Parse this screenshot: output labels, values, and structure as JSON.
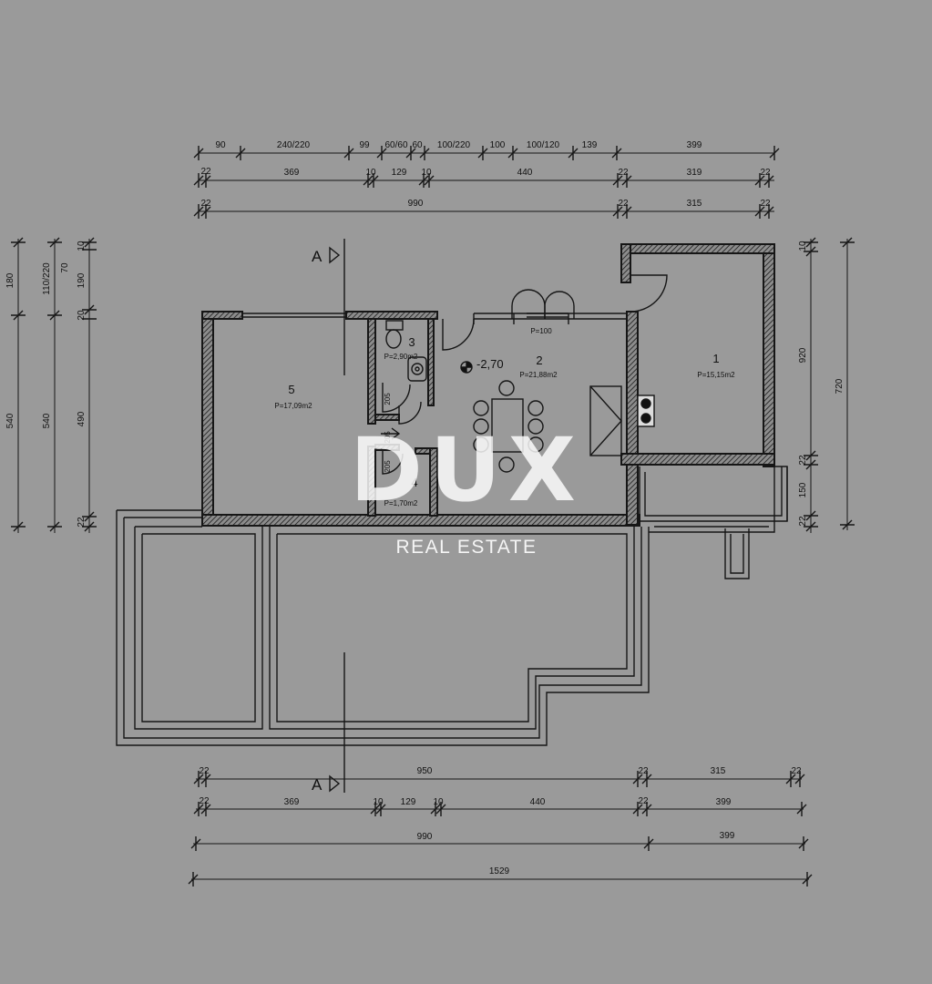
{
  "dims": {
    "top_row1": [
      "90",
      "240/220",
      "99",
      "60/60",
      "60",
      "100/220",
      "100",
      "100/120",
      "139",
      "399"
    ],
    "top_row2": [
      "22",
      "369",
      "10",
      "129",
      "10",
      "440",
      "22",
      "319",
      "22"
    ],
    "top_row3": [
      "22",
      "990",
      "22",
      "315",
      "22"
    ],
    "left_outer": [
      "180",
      "540"
    ],
    "left_mid": [
      "110/220",
      "70",
      "540"
    ],
    "left_inner": [
      "10",
      "190",
      "20",
      "490",
      "22"
    ],
    "right_inner": [
      "10",
      "920",
      "22",
      "150",
      "22"
    ],
    "right_outer": [
      "720"
    ],
    "bottom_row1": [
      "22",
      "950",
      "22",
      "315",
      "22"
    ],
    "bottom_row2": [
      "22",
      "369",
      "10",
      "129",
      "10",
      "440",
      "22",
      "399"
    ],
    "bottom_row3": [
      "990",
      "399"
    ],
    "bottom_row4": [
      "1529"
    ]
  },
  "rooms": [
    {
      "num": "1",
      "area": "P=15,15m2"
    },
    {
      "num": "2",
      "area": "P=21,88m2"
    },
    {
      "num": "3",
      "area": "P=2,90m2"
    },
    {
      "num": "4",
      "area": "P=1,70m2"
    },
    {
      "num": "5",
      "area": "P=17,09m2"
    }
  ],
  "level": "-2,70",
  "door_widths": [
    "205",
    "205",
    "205"
  ],
  "window_area": "P=100",
  "section": "A",
  "watermark": {
    "brand": "DUX",
    "sub": "REAL ESTATE"
  }
}
